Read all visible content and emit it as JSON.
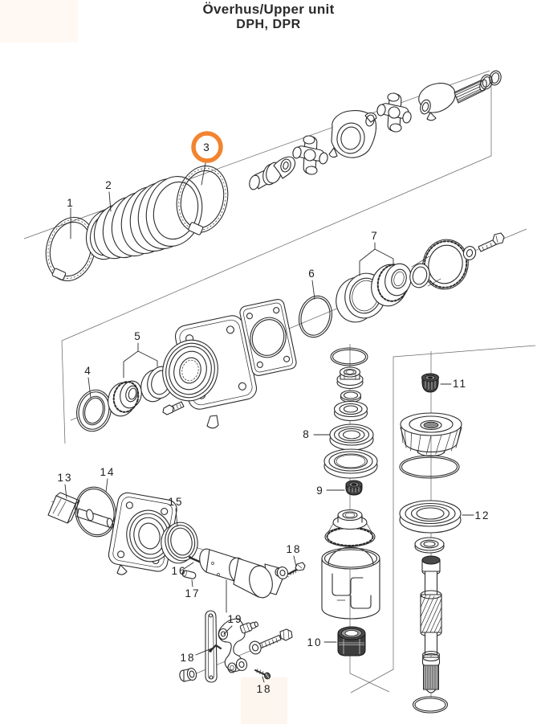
{
  "title": {
    "line1": "Överhus/Upper unit",
    "line2": "DPH, DPR"
  },
  "diagram": {
    "type": "exploded-parts-diagram",
    "line_color": "#2b2b2b",
    "background": "#ffffff",
    "highlight": {
      "label": "3",
      "color": "#F28430",
      "part": "hose-clamp-large"
    },
    "callouts": [
      {
        "label": "1",
        "part": "hose-clamp-small"
      },
      {
        "label": "2",
        "part": "bellows"
      },
      {
        "label": "3",
        "part": "hose-clamp-large"
      },
      {
        "label": "4",
        "part": "seal-ring"
      },
      {
        "label": "5",
        "part": "roller-bearing-set"
      },
      {
        "label": "6",
        "part": "o-ring"
      },
      {
        "label": "7",
        "part": "bearing-and-race"
      },
      {
        "label": "8",
        "part": "ball-bearing"
      },
      {
        "label": "9",
        "part": "lock-nut"
      },
      {
        "label": "10",
        "part": "sleeve-nut"
      },
      {
        "label": "11",
        "part": "lock-nut-upper"
      },
      {
        "label": "12",
        "part": "ball-bearing-large"
      },
      {
        "label": "13",
        "part": "shift-lever"
      },
      {
        "label": "14",
        "part": "o-ring-large"
      },
      {
        "label": "15",
        "part": "seal-ring-actuator"
      },
      {
        "label": "16",
        "part": "pin"
      },
      {
        "label": "17",
        "part": "roller-pin"
      },
      {
        "label": "18",
        "part": "screw-cylinder"
      },
      {
        "label": "18",
        "part": "clip"
      },
      {
        "label": "18",
        "part": "screw-bracket"
      },
      {
        "label": "19",
        "part": "link-plate"
      }
    ]
  }
}
